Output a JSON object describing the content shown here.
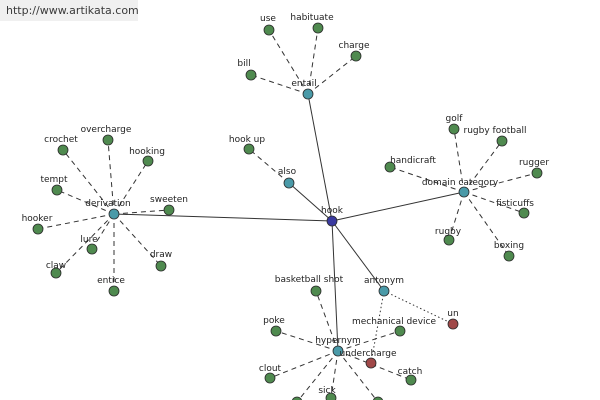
{
  "watermark": "http://www.artikata.com",
  "colors": {
    "root": "#3a3aa0",
    "relation": "#4a9aa8",
    "word": "#4f8a4f",
    "antonym_word": "#a04848",
    "edge": "#333333"
  },
  "nodes": [
    {
      "id": "hook",
      "label": "hook",
      "kind": "root"
    },
    {
      "id": "entail",
      "label": "entail",
      "kind": "relation"
    },
    {
      "id": "derivation",
      "label": "derivation",
      "kind": "relation"
    },
    {
      "id": "also",
      "label": "also",
      "kind": "relation"
    },
    {
      "id": "domain_category",
      "label": "domain category",
      "kind": "relation"
    },
    {
      "id": "antonym",
      "label": "antonym",
      "kind": "relation"
    },
    {
      "id": "hypernym",
      "label": "hypernym",
      "kind": "relation"
    },
    {
      "id": "use",
      "label": "use",
      "kind": "word"
    },
    {
      "id": "habituate",
      "label": "habituate",
      "kind": "word"
    },
    {
      "id": "charge",
      "label": "charge",
      "kind": "word"
    },
    {
      "id": "bill",
      "label": "bill",
      "kind": "word"
    },
    {
      "id": "crochet",
      "label": "crochet",
      "kind": "word"
    },
    {
      "id": "overcharge",
      "label": "overcharge",
      "kind": "word"
    },
    {
      "id": "hooking",
      "label": "hooking",
      "kind": "word"
    },
    {
      "id": "tempt",
      "label": "tempt",
      "kind": "word"
    },
    {
      "id": "sweeten",
      "label": "sweeten",
      "kind": "word"
    },
    {
      "id": "hooker",
      "label": "hooker",
      "kind": "word"
    },
    {
      "id": "lure",
      "label": "lure",
      "kind": "word"
    },
    {
      "id": "claw",
      "label": "claw",
      "kind": "word"
    },
    {
      "id": "draw",
      "label": "draw",
      "kind": "word"
    },
    {
      "id": "entice",
      "label": "entice",
      "kind": "word"
    },
    {
      "id": "hook_up",
      "label": "hook up",
      "kind": "word"
    },
    {
      "id": "golf",
      "label": "golf",
      "kind": "word"
    },
    {
      "id": "rugby_football",
      "label": "rugby football",
      "kind": "word"
    },
    {
      "id": "handicraft",
      "label": "handicraft",
      "kind": "word"
    },
    {
      "id": "rugger",
      "label": "rugger",
      "kind": "word"
    },
    {
      "id": "fisticuffs",
      "label": "fisticuffs",
      "kind": "word"
    },
    {
      "id": "rugby",
      "label": "rugby",
      "kind": "word"
    },
    {
      "id": "boxing",
      "label": "boxing",
      "kind": "word"
    },
    {
      "id": "basketball_shot",
      "label": "basketball shot",
      "kind": "word"
    },
    {
      "id": "un",
      "label": "un",
      "kind": "antonym_word"
    },
    {
      "id": "poke",
      "label": "poke",
      "kind": "word"
    },
    {
      "id": "mechanical_device",
      "label": "mechanical device",
      "kind": "word"
    },
    {
      "id": "undercharge",
      "label": "undercharge",
      "kind": "antonym_word"
    },
    {
      "id": "clout",
      "label": "clout",
      "kind": "word"
    },
    {
      "id": "catch",
      "label": "catch",
      "kind": "word"
    },
    {
      "id": "sick",
      "label": "sick",
      "kind": "word"
    },
    {
      "id": "bottom_left",
      "label": "",
      "kind": "word"
    },
    {
      "id": "bottom_right",
      "label": "",
      "kind": "word"
    }
  ],
  "edges": [
    {
      "from": "hook",
      "to": "entail",
      "style": "solid"
    },
    {
      "from": "hook",
      "to": "derivation",
      "style": "solid"
    },
    {
      "from": "hook",
      "to": "also",
      "style": "solid"
    },
    {
      "from": "hook",
      "to": "domain_category",
      "style": "solid"
    },
    {
      "from": "hook",
      "to": "antonym",
      "style": "solid"
    },
    {
      "from": "hook",
      "to": "hypernym",
      "style": "solid"
    },
    {
      "from": "entail",
      "to": "use",
      "style": "dashed"
    },
    {
      "from": "entail",
      "to": "habituate",
      "style": "dashed"
    },
    {
      "from": "entail",
      "to": "charge",
      "style": "dashed"
    },
    {
      "from": "entail",
      "to": "bill",
      "style": "dashed"
    },
    {
      "from": "derivation",
      "to": "crochet",
      "style": "dashed"
    },
    {
      "from": "derivation",
      "to": "overcharge",
      "style": "dashed"
    },
    {
      "from": "derivation",
      "to": "hooking",
      "style": "dashed"
    },
    {
      "from": "derivation",
      "to": "tempt",
      "style": "dashed"
    },
    {
      "from": "derivation",
      "to": "sweeten",
      "style": "dashed"
    },
    {
      "from": "derivation",
      "to": "hooker",
      "style": "dashed"
    },
    {
      "from": "derivation",
      "to": "lure",
      "style": "dashed"
    },
    {
      "from": "derivation",
      "to": "claw",
      "style": "dashed"
    },
    {
      "from": "derivation",
      "to": "draw",
      "style": "dashed"
    },
    {
      "from": "derivation",
      "to": "entice",
      "style": "dashed"
    },
    {
      "from": "also",
      "to": "hook_up",
      "style": "dashed"
    },
    {
      "from": "domain_category",
      "to": "golf",
      "style": "dashed"
    },
    {
      "from": "domain_category",
      "to": "rugby_football",
      "style": "dashed"
    },
    {
      "from": "domain_category",
      "to": "handicraft",
      "style": "dashed"
    },
    {
      "from": "domain_category",
      "to": "rugger",
      "style": "dashed"
    },
    {
      "from": "domain_category",
      "to": "fisticuffs",
      "style": "dashed"
    },
    {
      "from": "domain_category",
      "to": "rugby",
      "style": "dashed"
    },
    {
      "from": "domain_category",
      "to": "boxing",
      "style": "dashed"
    },
    {
      "from": "antonym",
      "to": "un",
      "style": "dotted"
    },
    {
      "from": "antonym",
      "to": "undercharge",
      "style": "dotted"
    },
    {
      "from": "hypernym",
      "to": "basketball_shot",
      "style": "dashed"
    },
    {
      "from": "hypernym",
      "to": "poke",
      "style": "dashed"
    },
    {
      "from": "hypernym",
      "to": "mechanical_device",
      "style": "dashed"
    },
    {
      "from": "hypernym",
      "to": "clout",
      "style": "dashed"
    },
    {
      "from": "hypernym",
      "to": "catch",
      "style": "dashed"
    },
    {
      "from": "hypernym",
      "to": "sick",
      "style": "dashed"
    },
    {
      "from": "hypernym",
      "to": "bottom_left",
      "style": "dashed"
    },
    {
      "from": "hypernym",
      "to": "bottom_right",
      "style": "dashed"
    }
  ]
}
